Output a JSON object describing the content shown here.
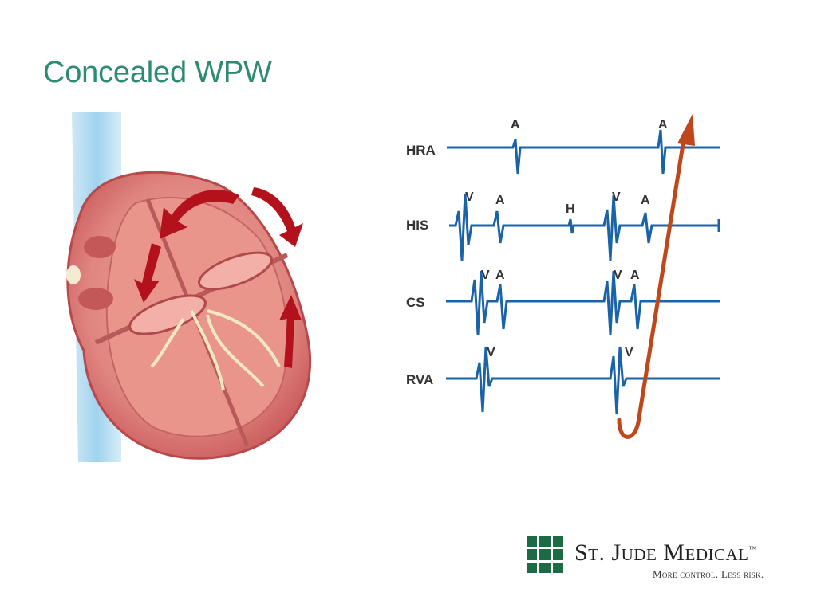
{
  "slide": {
    "title": "Concealed WPW"
  },
  "ecg": {
    "channels": [
      {
        "label": "HRA",
        "markers": [
          "A",
          "A"
        ]
      },
      {
        "label": "HIS",
        "markers": [
          "V",
          "A",
          "H",
          "V",
          "A"
        ]
      },
      {
        "label": "CS",
        "markers": [
          "V",
          "A",
          "V",
          "A"
        ]
      },
      {
        "label": "RVA",
        "markers": [
          "V",
          "V"
        ]
      }
    ],
    "trace_color": "#1a63a8",
    "arrow_color": "#c0471c"
  },
  "heart": {
    "myocardium_color": "#d96a6a",
    "arrow_color": "#b3121c"
  },
  "logo": {
    "name": "St. Jude Medical",
    "trademark": "™",
    "tagline": "More control. Less risk.",
    "brand_color": "#1d6b44"
  }
}
